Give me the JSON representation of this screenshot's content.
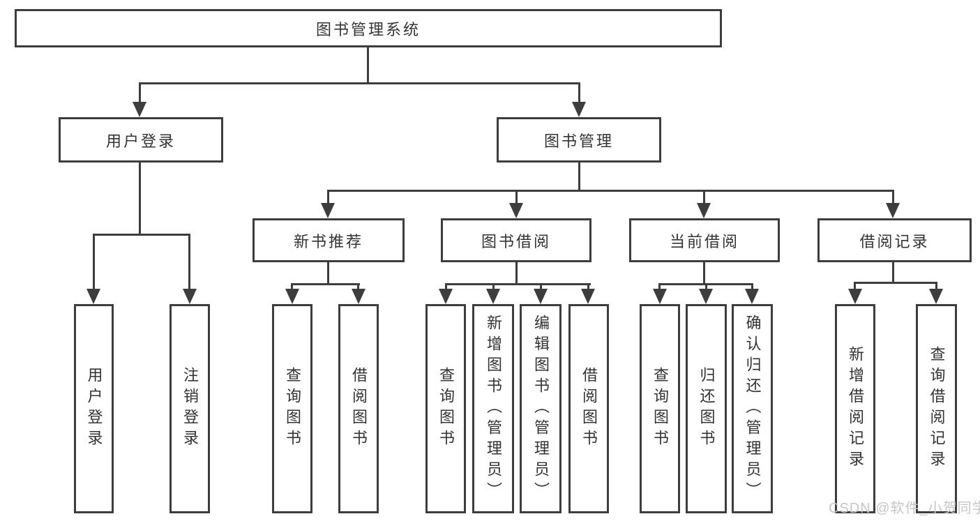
{
  "diagram": {
    "root": {
      "label": "图书管理系统"
    },
    "level2": [
      {
        "label": "用户登录"
      },
      {
        "label": "图书管理"
      }
    ],
    "level3": [
      {
        "label": "新书推荐"
      },
      {
        "label": "图书借阅"
      },
      {
        "label": "当前借阅"
      },
      {
        "label": "借阅记录"
      }
    ],
    "leaves": {
      "login": [
        "用户登录",
        "注销登录"
      ],
      "new_books": [
        "查询图书",
        "借阅图书"
      ],
      "borrow": [
        "查询图书",
        "新增图书（管理员）",
        "编辑图书（管理员）",
        "借阅图书"
      ],
      "current": [
        "查询图书",
        "归还图书",
        "确认归还（管理员）"
      ],
      "records": [
        "新增借阅记录",
        "查询借阅记录"
      ]
    }
  },
  "watermark": {
    "text": "CSDN @软件_小贺同学"
  },
  "colors": {
    "line": "#3d3d3d",
    "text": "#333333",
    "background": "#ffffff",
    "watermark": "#c6c6c6"
  }
}
